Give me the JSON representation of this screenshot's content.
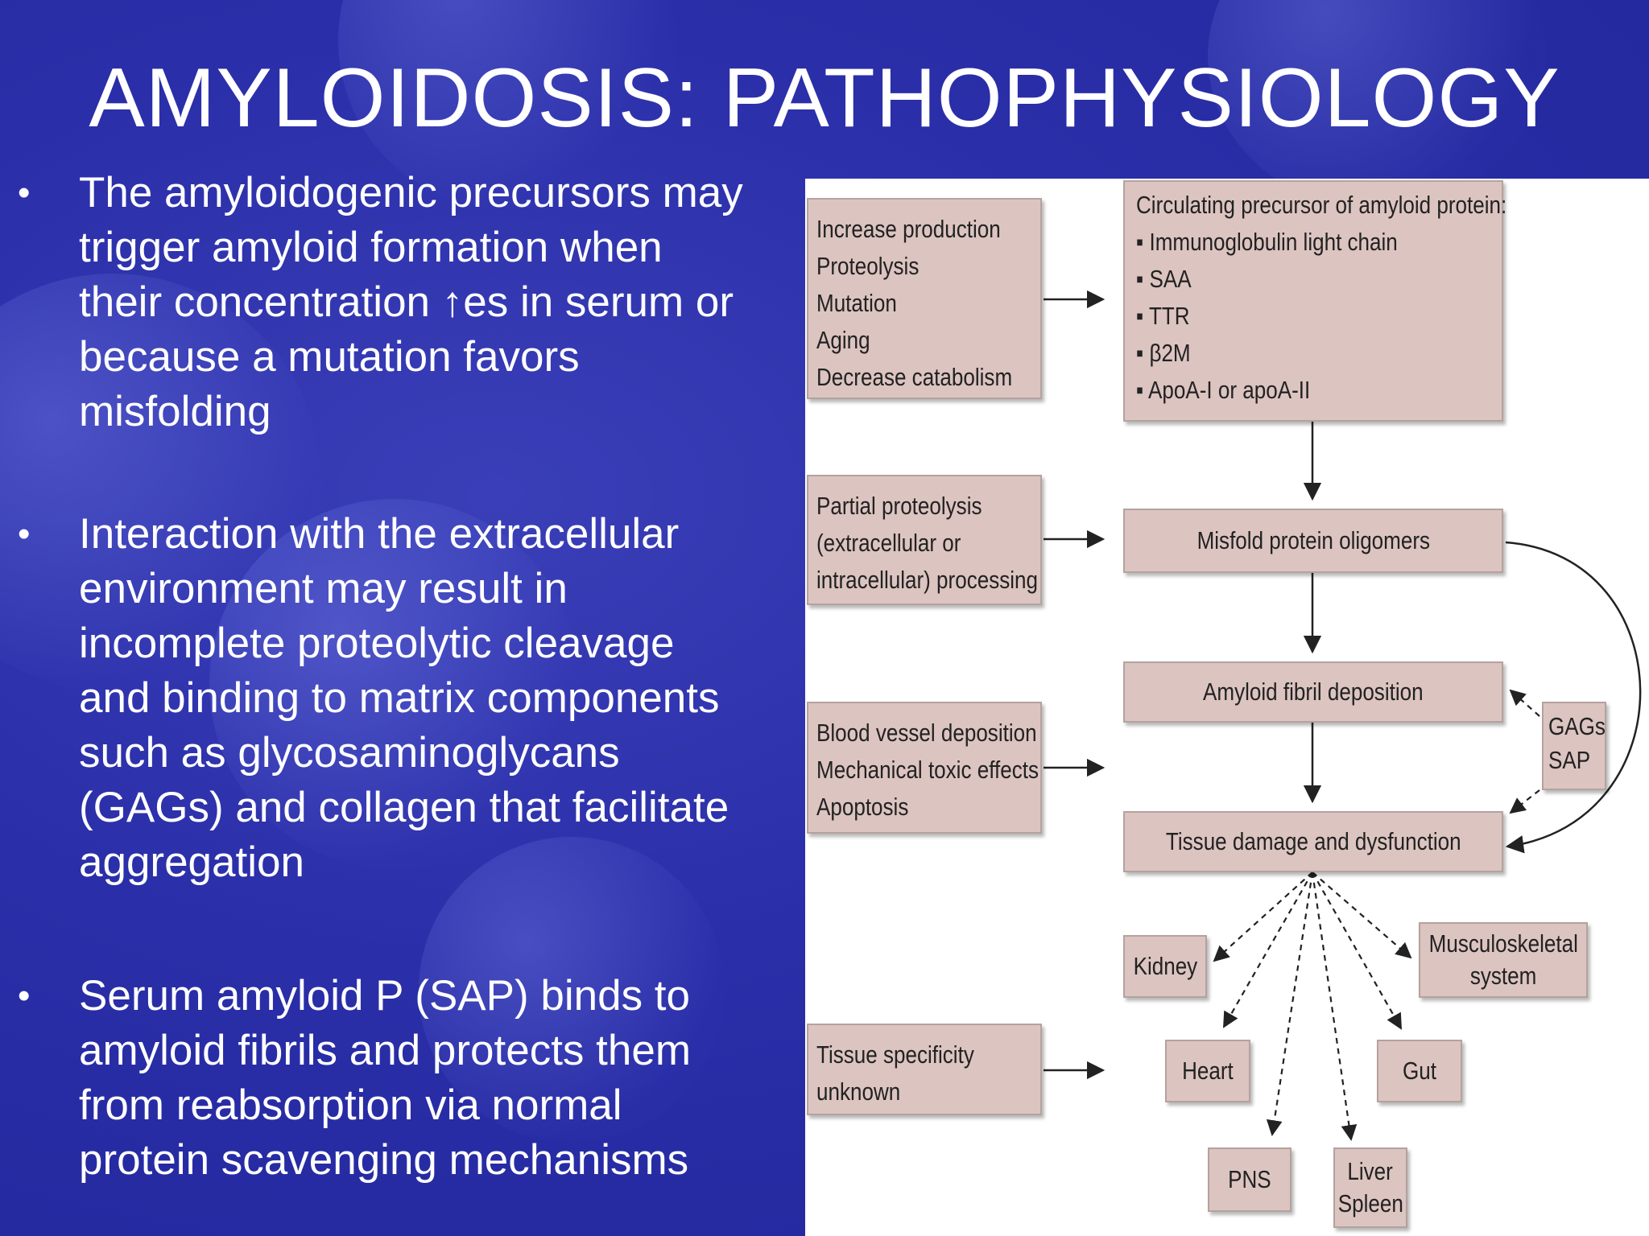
{
  "title": "AMYLOIDOSIS: PATHOPHYSIOLOGY",
  "bullets": [
    {
      "marker": "•",
      "lines": [
        "The amyloidogenic precursors may",
        "trigger amyloid formation when",
        "their concentration ↑es in serum or",
        "because a mutation favors",
        "misfolding"
      ]
    },
    {
      "marker": "•",
      "lines": [
        "Interaction with the extracellular",
        "environment may result in",
        "incomplete proteolytic cleavage",
        "and binding to matrix components",
        "such as glycosaminoglycans",
        "(GAGs) and collagen that facilitate",
        "aggregation"
      ]
    },
    {
      "marker": "•",
      "lines": [
        "Serum amyloid P (SAP) binds to",
        "amyloid fibrils and protects them",
        "from reabsorption via normal",
        "protein scavenging mechanisms"
      ]
    }
  ],
  "diagram": {
    "factors_1": [
      "Increase production",
      "Proteolysis",
      "Mutation",
      "Aging",
      "Decrease catabolism"
    ],
    "precursor": [
      "Circulating precursor of amyloid protein:",
      "▪ Immunoglobulin light chain",
      "▪ SAA",
      "▪ TTR",
      "▪ β2M",
      "▪ ApoA-I or apoA-II"
    ],
    "factors_2": [
      "Partial proteolysis",
      "(extracellular or",
      "intracellular) processing"
    ],
    "misfold": "Misfold protein oligomers",
    "factors_3": [
      "Blood vessel deposition",
      "Mechanical toxic effects",
      "Apoptosis"
    ],
    "fibril": "Amyloid fibril deposition",
    "gags_sap": [
      "GAGs",
      "SAP"
    ],
    "tissue_damage": "Tissue damage and dysfunction",
    "factors_4": [
      "Tissue specificity",
      "unknown"
    ],
    "organs": {
      "kidney": [
        "Kidney"
      ],
      "musculoskeletal": [
        "Musculoskeletal",
        "system"
      ],
      "heart": [
        "Heart"
      ],
      "gut": [
        "Gut"
      ],
      "pns": [
        "PNS"
      ],
      "liver_spleen": [
        "Liver",
        "Spleen"
      ]
    }
  }
}
